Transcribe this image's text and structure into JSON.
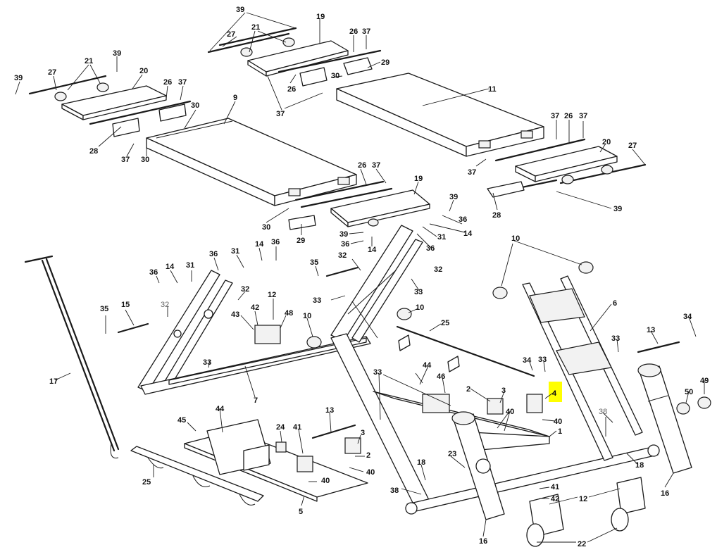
{
  "highlight_color": "#ffff00",
  "callouts": [
    {
      "id": "c-39-a",
      "text": "39"
    },
    {
      "id": "c-19-a",
      "text": "19"
    },
    {
      "id": "c-21-a",
      "text": "21"
    },
    {
      "id": "c-27-a",
      "text": "27"
    },
    {
      "id": "c-26-a",
      "text": "26"
    },
    {
      "id": "c-37-a",
      "text": "37"
    },
    {
      "id": "c-29-a",
      "text": "29"
    },
    {
      "id": "c-30-a",
      "text": "30"
    },
    {
      "id": "c-26-b",
      "text": "26"
    },
    {
      "id": "c-37-b",
      "text": "37"
    },
    {
      "id": "c-11",
      "text": "11"
    },
    {
      "id": "c-39-b",
      "text": "39"
    },
    {
      "id": "c-21-b",
      "text": "21"
    },
    {
      "id": "c-27-b",
      "text": "27"
    },
    {
      "id": "c-39-c",
      "text": "39"
    },
    {
      "id": "c-20-a",
      "text": "20"
    },
    {
      "id": "c-26-c",
      "text": "26"
    },
    {
      "id": "c-37-c",
      "text": "37"
    },
    {
      "id": "c-9",
      "text": "9"
    },
    {
      "id": "c-30-b",
      "text": "30"
    },
    {
      "id": "c-28-a",
      "text": "28"
    },
    {
      "id": "c-37-d",
      "text": "37"
    },
    {
      "id": "c-30-c",
      "text": "30"
    },
    {
      "id": "c-37-e",
      "text": "37"
    },
    {
      "id": "c-26-d",
      "text": "26"
    },
    {
      "id": "c-37-f",
      "text": "37"
    },
    {
      "id": "c-20-b",
      "text": "20"
    },
    {
      "id": "c-37-g",
      "text": "37"
    },
    {
      "id": "c-27-c",
      "text": "27"
    },
    {
      "id": "c-28-b",
      "text": "28"
    },
    {
      "id": "c-39-d",
      "text": "39"
    },
    {
      "id": "c-26-e",
      "text": "26"
    },
    {
      "id": "c-37-h",
      "text": "37"
    },
    {
      "id": "c-19-b",
      "text": "19"
    },
    {
      "id": "c-39-e",
      "text": "39"
    },
    {
      "id": "c-36-a",
      "text": "36"
    },
    {
      "id": "c-14-a",
      "text": "14"
    },
    {
      "id": "c-30-d",
      "text": "30"
    },
    {
      "id": "c-29-b",
      "text": "29"
    },
    {
      "id": "c-39-f",
      "text": "39"
    },
    {
      "id": "c-36-b",
      "text": "36"
    },
    {
      "id": "c-14-b",
      "text": "14"
    },
    {
      "id": "c-31-a",
      "text": "31"
    },
    {
      "id": "c-36-c",
      "text": "36"
    },
    {
      "id": "c-10-a",
      "text": "10"
    },
    {
      "id": "c-17",
      "text": "17"
    },
    {
      "id": "c-36-d",
      "text": "36"
    },
    {
      "id": "c-31-b",
      "text": "31"
    },
    {
      "id": "c-14-c",
      "text": "14"
    },
    {
      "id": "c-36-e",
      "text": "36"
    },
    {
      "id": "c-35-a",
      "text": "35"
    },
    {
      "id": "c-32-a",
      "text": "32"
    },
    {
      "id": "c-32-b",
      "text": "32"
    },
    {
      "id": "c-36-f",
      "text": "36"
    },
    {
      "id": "c-14-d",
      "text": "14"
    },
    {
      "id": "c-31-c",
      "text": "31"
    },
    {
      "id": "c-32-c",
      "text": "32"
    },
    {
      "id": "c-33-a",
      "text": "33"
    },
    {
      "id": "c-12-a",
      "text": "12"
    },
    {
      "id": "c-35-b",
      "text": "35"
    },
    {
      "id": "c-15",
      "text": "15"
    },
    {
      "id": "c-32-d",
      "text": "32"
    },
    {
      "id": "c-42-a",
      "text": "42"
    },
    {
      "id": "c-43",
      "text": "43"
    },
    {
      "id": "c-48",
      "text": "48"
    },
    {
      "id": "c-10-b",
      "text": "10"
    },
    {
      "id": "c-33-b",
      "text": "33"
    },
    {
      "id": "c-10-c",
      "text": "10"
    },
    {
      "id": "c-33-c",
      "text": "33"
    },
    {
      "id": "c-6",
      "text": "6"
    },
    {
      "id": "c-25-a",
      "text": "25"
    },
    {
      "id": "c-34-a",
      "text": "34"
    },
    {
      "id": "c-13-a",
      "text": "13"
    },
    {
      "id": "c-33-d",
      "text": "33"
    },
    {
      "id": "c-33-e",
      "text": "33"
    },
    {
      "id": "c-7",
      "text": "7"
    },
    {
      "id": "c-33-f",
      "text": "33"
    },
    {
      "id": "c-44-a",
      "text": "44"
    },
    {
      "id": "c-46",
      "text": "46"
    },
    {
      "id": "c-34-b",
      "text": "34"
    },
    {
      "id": "c-2-a",
      "text": "2"
    },
    {
      "id": "c-3-a",
      "text": "3"
    },
    {
      "id": "c-4",
      "text": "4"
    },
    {
      "id": "c-49",
      "text": "49"
    },
    {
      "id": "c-50",
      "text": "50"
    },
    {
      "id": "c-40-a",
      "text": "40"
    },
    {
      "id": "c-40-b",
      "text": "40"
    },
    {
      "id": "c-38-a",
      "text": "38"
    },
    {
      "id": "c-1",
      "text": "1"
    },
    {
      "id": "c-44-b",
      "text": "44"
    },
    {
      "id": "c-45",
      "text": "45"
    },
    {
      "id": "c-13-b",
      "text": "13"
    },
    {
      "id": "c-24",
      "text": "24"
    },
    {
      "id": "c-41-a",
      "text": "41"
    },
    {
      "id": "c-3-b",
      "text": "3"
    },
    {
      "id": "c-2-b",
      "text": "2"
    },
    {
      "id": "c-23",
      "text": "23"
    },
    {
      "id": "c-18-a",
      "text": "18"
    },
    {
      "id": "c-18-b",
      "text": "18"
    },
    {
      "id": "c-40-c",
      "text": "40"
    },
    {
      "id": "c-40-d",
      "text": "40"
    },
    {
      "id": "c-25-b",
      "text": "25"
    },
    {
      "id": "c-38-b",
      "text": "38"
    },
    {
      "id": "c-41-b",
      "text": "41"
    },
    {
      "id": "c-42-b",
      "text": "42"
    },
    {
      "id": "c-12-b",
      "text": "12"
    },
    {
      "id": "c-5",
      "text": "5"
    },
    {
      "id": "c-16-a",
      "text": "16"
    },
    {
      "id": "c-16-b",
      "text": "16"
    },
    {
      "id": "c-22",
      "text": "22"
    }
  ]
}
